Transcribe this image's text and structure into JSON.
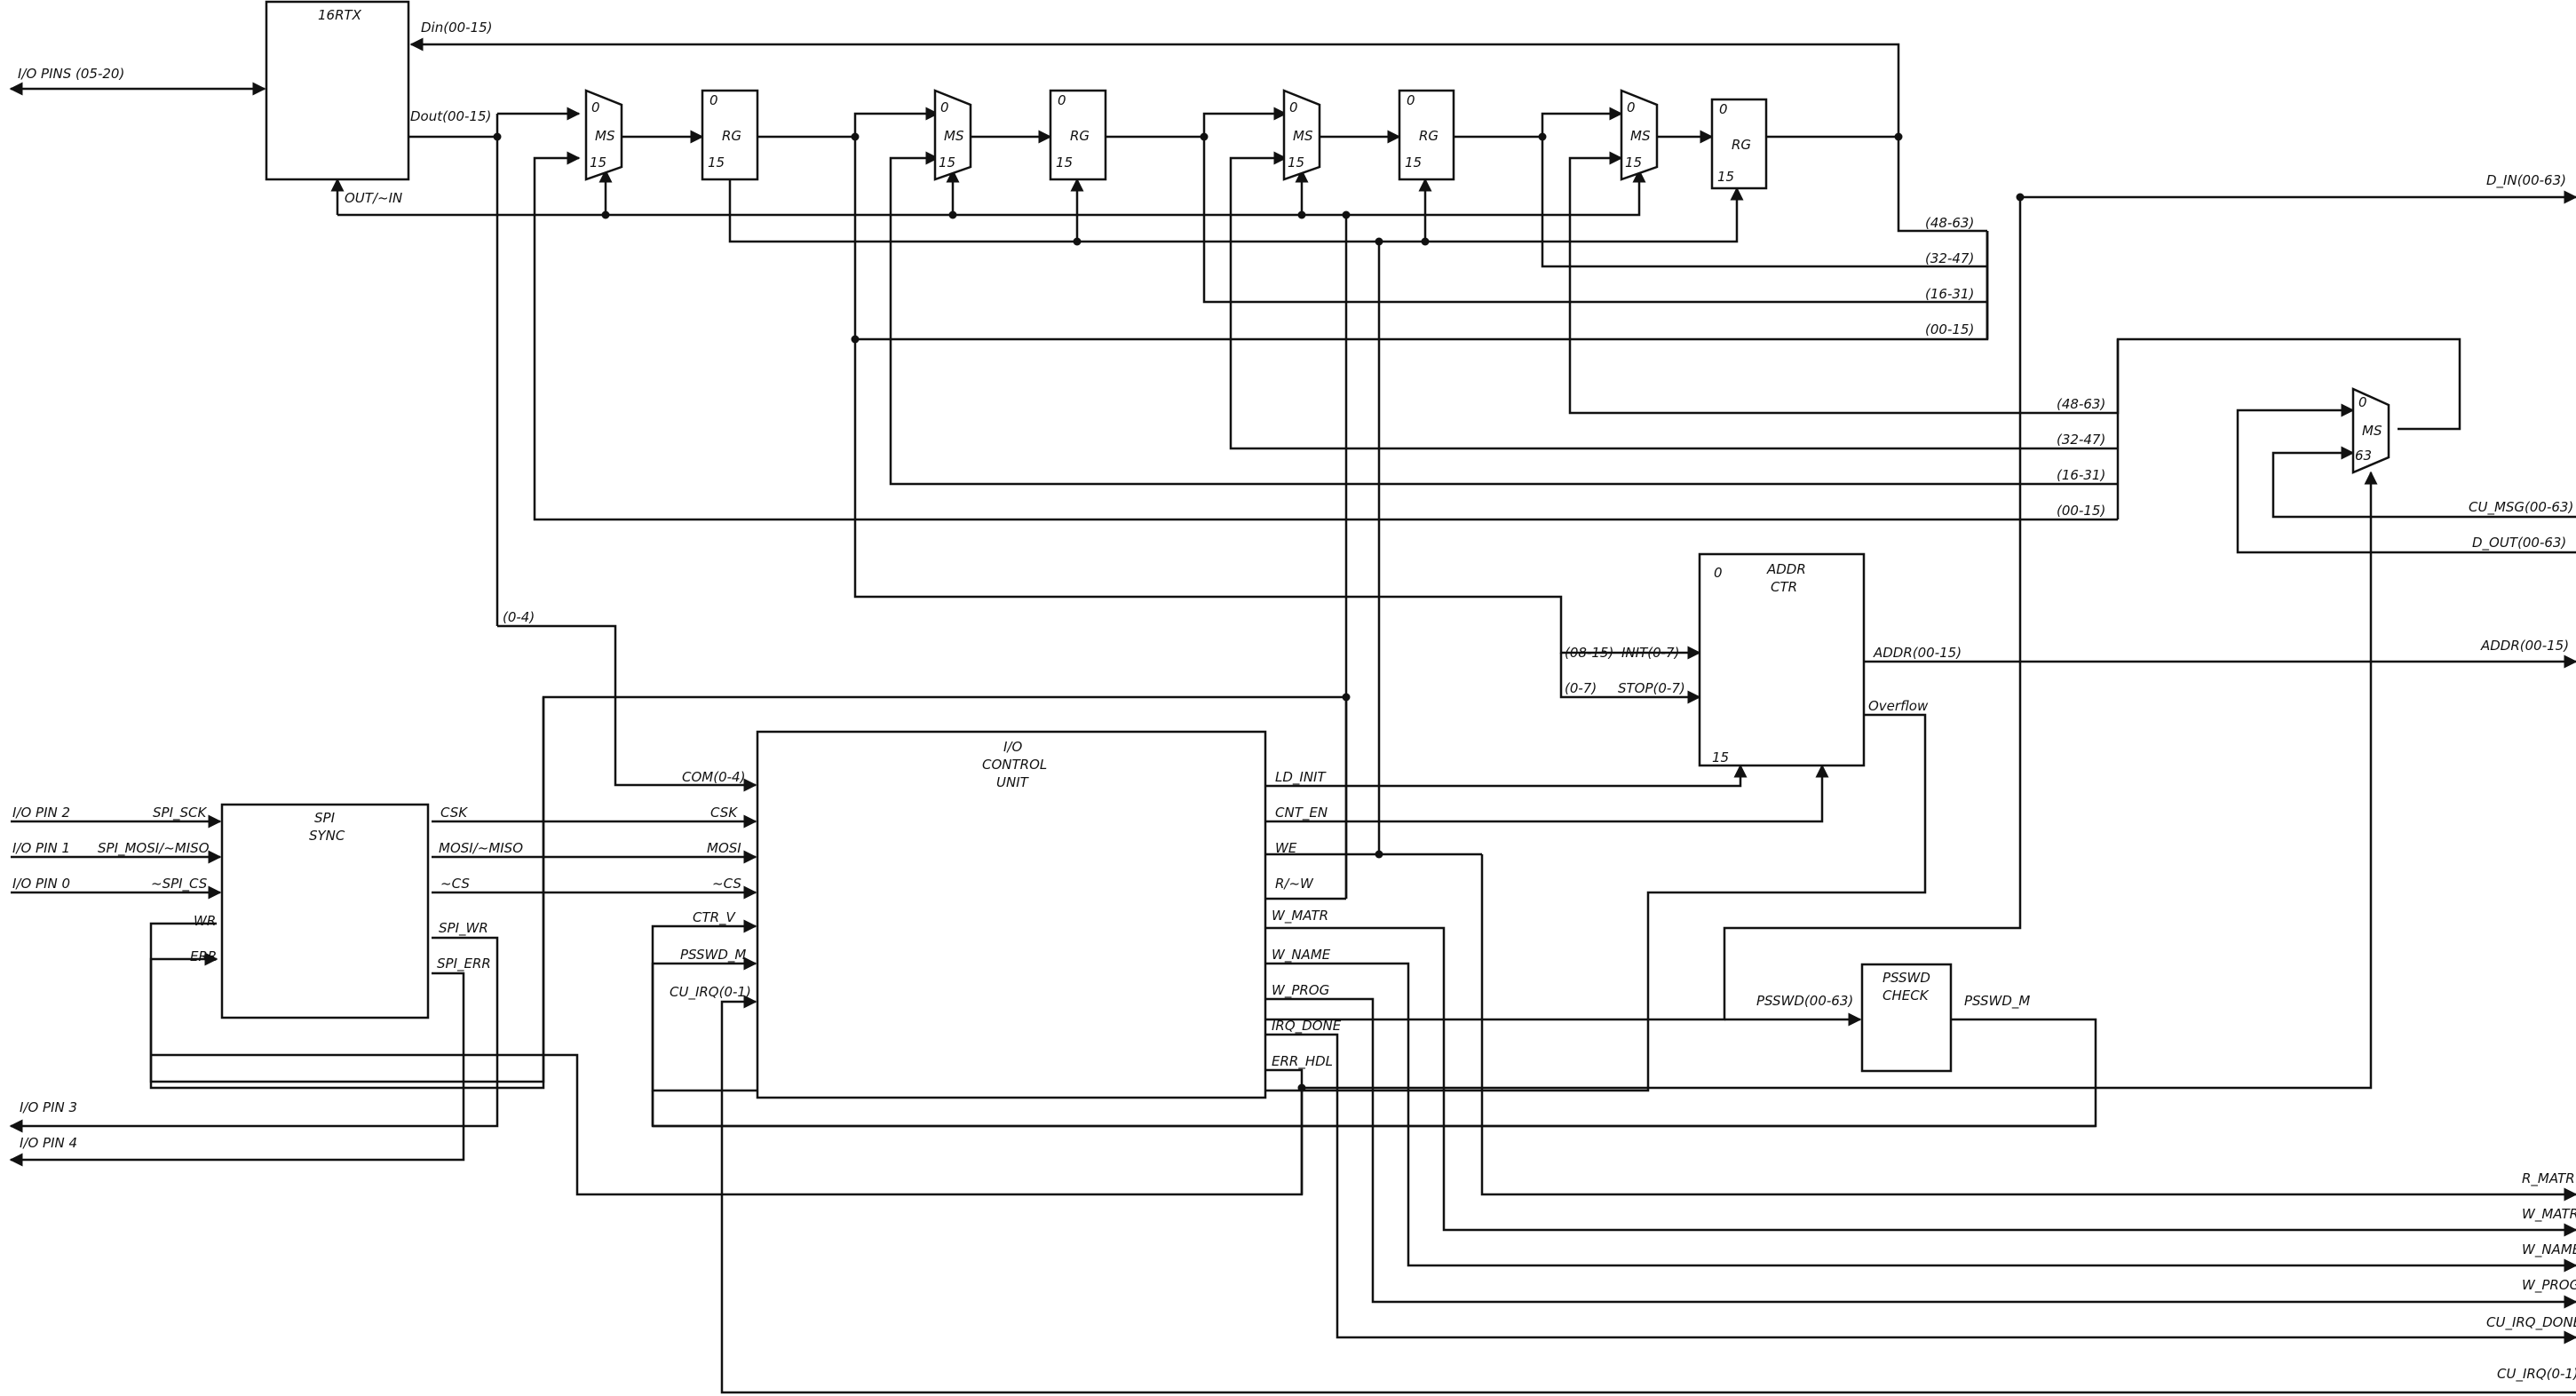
{
  "blocks": {
    "rtx": {
      "title": "16RTX",
      "din": "Din(00-15)",
      "dout": "Dout(00-15)",
      "dir": "OUT/~IN"
    },
    "mux": {
      "in0": "0",
      "in1": "15",
      "label": "MS"
    },
    "reg": {
      "top": "0",
      "bottom": "15",
      "label": "RG"
    },
    "mux_out": {
      "in0": "0",
      "label": "MS",
      "in1": "63"
    },
    "addr_ctr": {
      "line1": "ADDR",
      "line2": "CTR",
      "top": "0",
      "bottom": "15",
      "init": "INIT(0-7)",
      "stop": "STOP(0-7)",
      "addr": "ADDR(00-15)",
      "overflow": "Overflow"
    },
    "spi_sync": {
      "line1": "SPI",
      "line2": "SYNC",
      "in_sck": "SPI_SCK",
      "in_mosi": "SPI_MOSI/~MISO",
      "in_cs": "~SPI_CS",
      "in_wr": "WR",
      "in_err": "ERR",
      "out_csk": "CSK",
      "out_mosi": "MOSI/~MISO",
      "out_cs": "~CS",
      "out_wr": "SPI_WR",
      "out_err": "SPI_ERR"
    },
    "iocu": {
      "line1": "I/O",
      "line2": "CONTROL",
      "line3": "UNIT",
      "in_com": "COM(0-4)",
      "in_csk": "CSK",
      "in_mosi": "MOSI",
      "in_cs": "~CS",
      "in_ctr": "CTR_V",
      "in_psswd": "PSSWD_M",
      "in_irq": "CU_IRQ(0-1)",
      "out_ld": "LD_INIT",
      "out_cnt": "CNT_EN",
      "out_we": "WE",
      "out_rw": "R/~W",
      "out_wmatr": "W_MATR",
      "out_wname": "W_NAME",
      "out_wprog": "W_PROG",
      "out_irqdone": "IRQ_DONE",
      "out_errhdl": "ERR_HDL"
    },
    "psswd": {
      "line1": "PSSWD",
      "line2": "CHECK",
      "in": "PSSWD(00-63)",
      "out": "PSSWD_M"
    }
  },
  "pins": {
    "io_bus": "I/O PINS (05-20)",
    "pin2": "I/O PIN 2",
    "pin1": "I/O PIN 1",
    "pin0": "I/O PIN 0",
    "pin3": "I/O PIN 3",
    "pin4": "I/O PIN 4"
  },
  "bus_labels": {
    "in_48": "(48-63)",
    "in_32": "(32-47)",
    "in_16": "(16-31)",
    "in_00": "(00-15)",
    "out_48": "(48-63)",
    "out_32": "(32-47)",
    "out_16": "(16-31)",
    "out_00": "(00-15)",
    "com": "(0-4)",
    "init": "(08-15)",
    "stop": "(0-7)"
  },
  "outputs": {
    "d_in": "D_IN(00-63)",
    "cu_msg": "CU_MSG(00-63)",
    "d_out": "D_OUT(00-63)",
    "addr": "ADDR(00-15)",
    "r_matr": "R_MATR",
    "w_matr": "W_MATR",
    "w_name": "W_NAME",
    "w_prog": "W_PROG",
    "cu_irq_done": "CU_IRQ_DONE",
    "cu_irq": "CU_IRQ(0-1)"
  }
}
